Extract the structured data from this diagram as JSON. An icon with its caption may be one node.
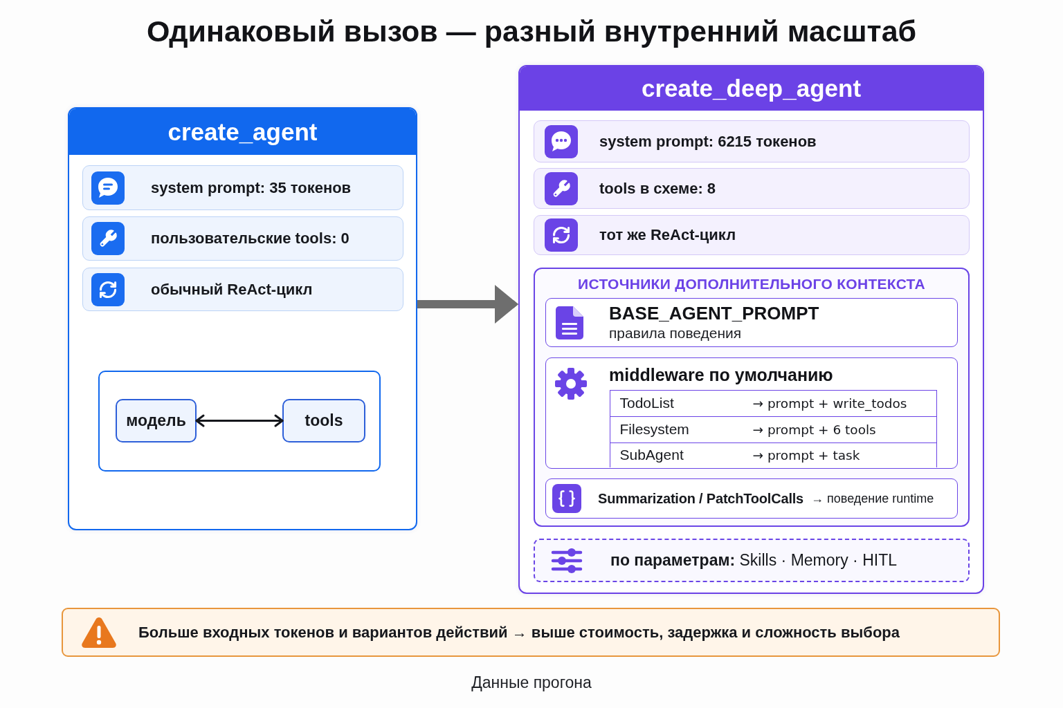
{
  "diagram": {
    "title": "Одинаковый вызов — разный внутренний масштаб",
    "caption": "Данные прогона",
    "nodes": [
      {
        "text": [
          "create_agent"
        ]
      },
      {
        "text": [
          "system prompt: 35 токенов"
        ],
        "in": 0
      },
      {
        "text": [
          "пользовательские tools: 0"
        ],
        "in": 0
      },
      {
        "text": [
          "обычный ReAct-цикл"
        ],
        "in": 0
      },
      {
        "text": [],
        "shape": "box",
        "in": 0
      },
      {
        "text": [
          "модель"
        ],
        "in": 4
      },
      {
        "text": [
          "tools"
        ],
        "in": 4
      },
      {
        "text": [
          "create_deep_agent"
        ]
      },
      {
        "text": [
          "system prompt: 6215 токенов"
        ],
        "in": 7
      },
      {
        "text": [
          "tools в схеме: 8"
        ],
        "in": 7
      },
      {
        "text": [
          "тот же ReAct-цикл"
        ],
        "in": 7
      },
      {
        "text": [
          "ИСТОЧНИКИ ДОПОЛНИТЕЛЬНОГО КОНТЕКСТА"
        ],
        "in": 7
      },
      {
        "text": [
          "BASE_AGENT_PROMPT",
          "правила поведения"
        ],
        "in": 11
      },
      {
        "text": [
          "middleware по умолчанию"
        ],
        "in": 11
      },
      {
        "text": [
          "TodoList",
          "→ prompt + write_todos"
        ],
        "in": 13
      },
      {
        "text": [
          "Filesystem",
          "→ prompt + 6 tools"
        ],
        "in": 13
      },
      {
        "text": [
          "SubAgent",
          "→ prompt + task"
        ],
        "in": 13
      },
      {
        "text": [
          "Summarization / PatchToolCalls",
          "→ поведение runtime"
        ],
        "in": 11
      },
      {
        "text": [
          "**по параметрам:** Skills · Memory · HITL"
        ],
        "in": 7
      },
      {
        "text": [
          "Больше входных токенов и вариантов действий → выше стоимость, задержка и сложность выбора"
        ]
      }
    ],
    "edges": [
      {
        "from": 5,
        "to": 6,
        "arrow": "both"
      },
      {
        "from": 0,
        "to": 7,
        "arrow": "to",
        "style": "thick",
        "color": "#6e6e6e"
      }
    ]
  }
}
